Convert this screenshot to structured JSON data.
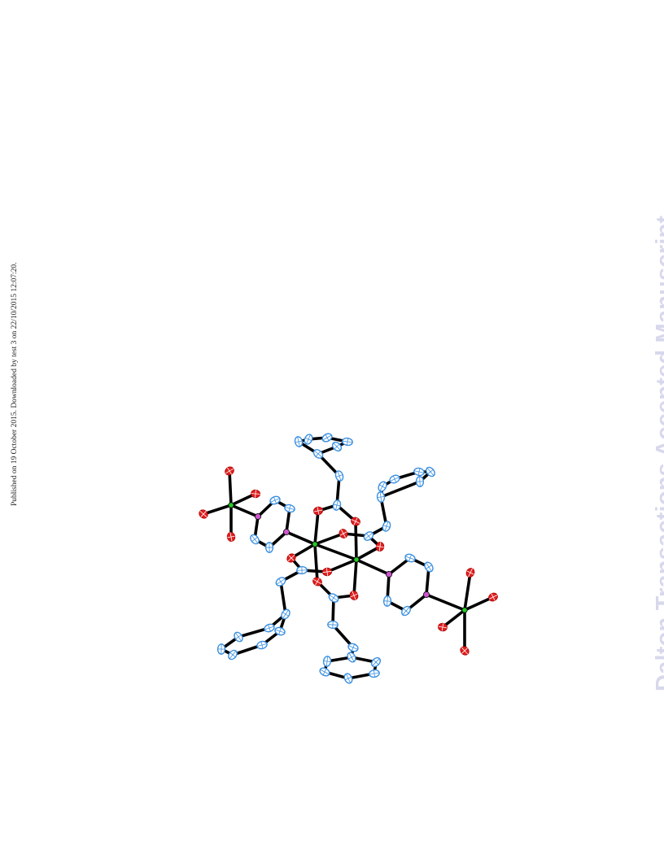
{
  "page": {
    "side_note": "Published on 19 October 2015. Downloaded by test 3 on 22/10/2015 12:07:20.",
    "watermark": "Dalton Transactions Accepted Manuscript"
  },
  "figure": {
    "type": "ORTEP molecular structure",
    "atom_colors": {
      "carbon": "#3a8fe0",
      "oxygen": "#e02020",
      "metal": "#22cc22",
      "nitrogen": "#cc55cc",
      "bond": "#000000"
    }
  }
}
